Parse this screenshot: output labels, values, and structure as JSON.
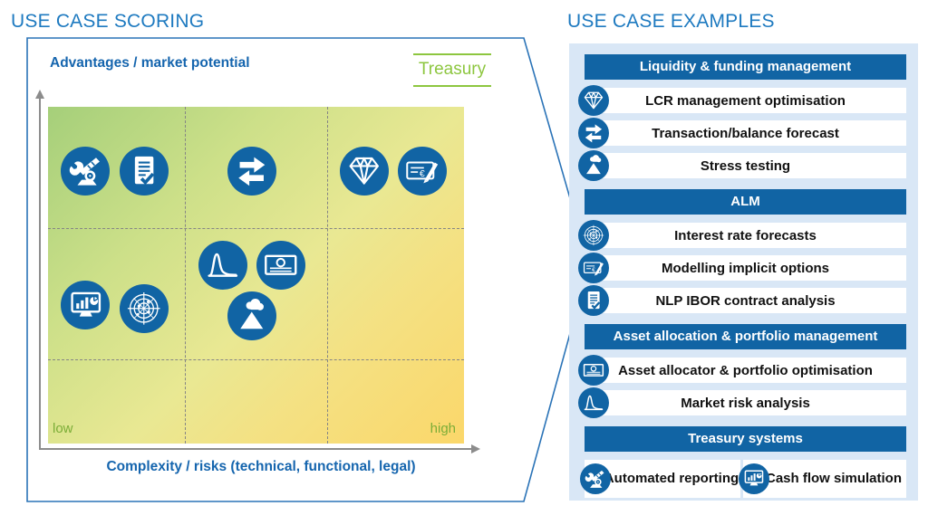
{
  "colors": {
    "accent_blue": "#1164a4",
    "title_blue": "#1e7ac0",
    "label_blue": "#1565ae",
    "panel_bg": "#d9e7f6",
    "green": "#8dc63f",
    "axis_gray": "#8c8c8c",
    "chart_gradient": [
      "#a5cf7a",
      "#e9e893",
      "#fbd76a"
    ],
    "row_text": "#111111"
  },
  "left": {
    "title": "USE CASE SCORING",
    "badge": "Treasury",
    "y_axis_label": "Advantages / market potential",
    "x_axis_label": "Complexity / risks (technical, functional, legal)",
    "x_min_label": "low",
    "x_max_label": "high"
  },
  "chart_data": {
    "type": "scatter",
    "title": "USE CASE SCORING",
    "xlabel": "Complexity / risks (technical, functional, legal)",
    "ylabel": "Advantages / market potential",
    "x_tick_labels": [
      "low",
      "high"
    ],
    "x_range": [
      0,
      1
    ],
    "y_range": [
      0,
      1
    ],
    "legend": "Treasury",
    "grid": {
      "style": "dashed",
      "v_lines_x": [
        0.33,
        0.67
      ],
      "h_lines_y": [
        0.64,
        0.25
      ]
    },
    "points": [
      {
        "icon": "robot-arm",
        "use_case": "Automated reporting",
        "x": 0.09,
        "y": 0.81
      },
      {
        "icon": "document-check",
        "use_case": "NLP IBOR contract analysis",
        "x": 0.23,
        "y": 0.81
      },
      {
        "icon": "transfer-arrows",
        "use_case": "Transaction/balance forecast",
        "x": 0.49,
        "y": 0.81
      },
      {
        "icon": "diamond",
        "use_case": "LCR management optimisation",
        "x": 0.76,
        "y": 0.81
      },
      {
        "icon": "cheque-pen",
        "use_case": "Modelling implicit options",
        "x": 0.9,
        "y": 0.81
      },
      {
        "icon": "distribution-curve",
        "use_case": "Market risk analysis",
        "x": 0.42,
        "y": 0.53
      },
      {
        "icon": "banknote",
        "use_case": "Asset allocator & portfolio optimisation",
        "x": 0.56,
        "y": 0.53
      },
      {
        "icon": "mountain-cloud",
        "use_case": "Stress testing",
        "x": 0.49,
        "y": 0.38
      },
      {
        "icon": "monitor-chart",
        "use_case": "Cash flow simulation",
        "x": 0.09,
        "y": 0.41
      },
      {
        "icon": "radar",
        "use_case": "Interest rate forecasts",
        "x": 0.23,
        "y": 0.4
      }
    ]
  },
  "right": {
    "title": "USE CASE EXAMPLES",
    "sections": [
      {
        "header": "Liquidity & funding management",
        "items": [
          {
            "icon": "diamond",
            "label": "LCR management optimisation"
          },
          {
            "icon": "transfer-arrows",
            "label": "Transaction/balance forecast"
          },
          {
            "icon": "mountain-cloud",
            "label": "Stress testing"
          }
        ]
      },
      {
        "header": "ALM",
        "items": [
          {
            "icon": "radar",
            "label": "Interest rate forecasts"
          },
          {
            "icon": "cheque-pen",
            "label": "Modelling implicit options"
          },
          {
            "icon": "document-check",
            "label": "NLP IBOR contract analysis"
          }
        ]
      },
      {
        "header": "Asset allocation & portfolio management",
        "items": [
          {
            "icon": "banknote",
            "label": "Asset allocator & portfolio optimisation"
          },
          {
            "icon": "distribution-curve",
            "label": "Market risk analysis"
          }
        ]
      },
      {
        "header": "Treasury systems",
        "two_column": true,
        "items": [
          {
            "icon": "robot-arm",
            "label": "Automated reporting"
          },
          {
            "icon": "monitor-chart",
            "label": "Cash flow simulation"
          }
        ]
      }
    ]
  }
}
